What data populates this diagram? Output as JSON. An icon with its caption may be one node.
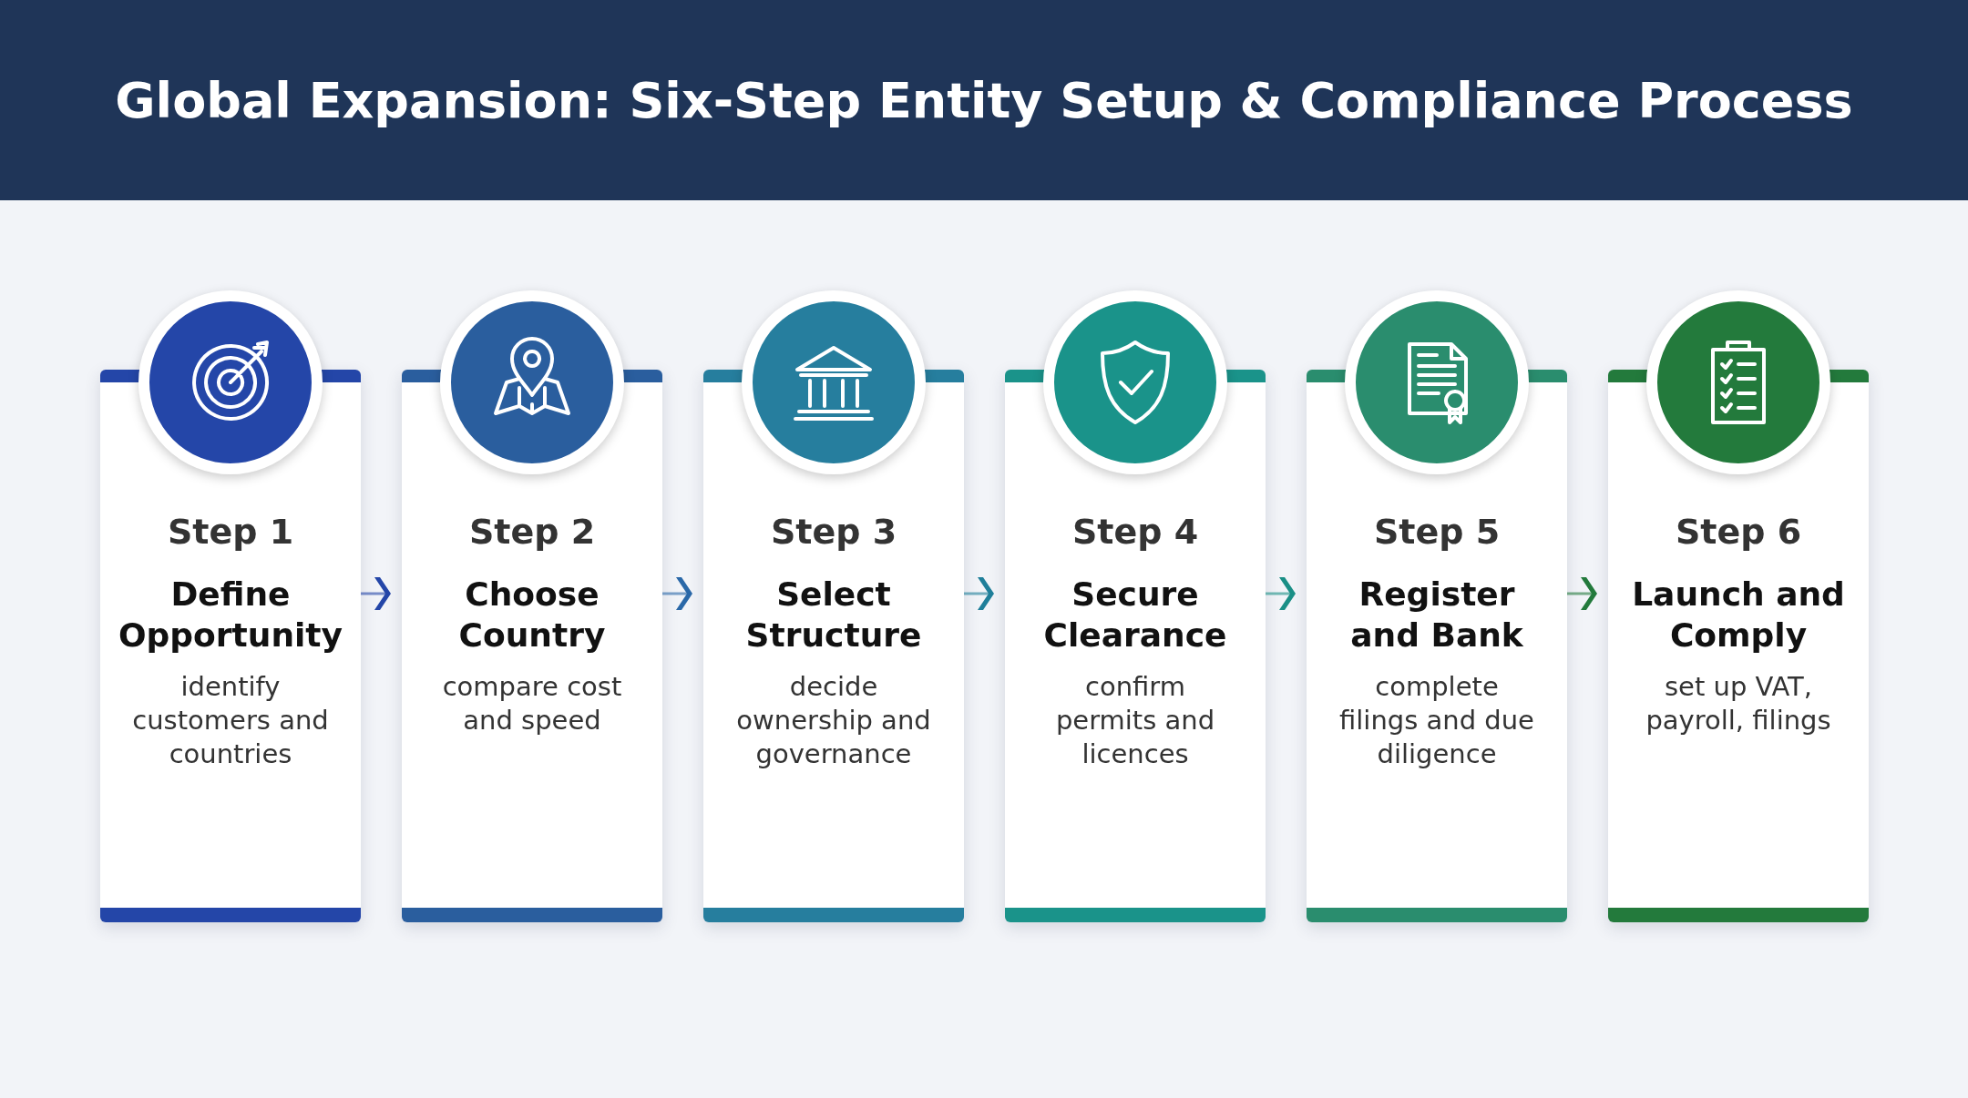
{
  "diagram": {
    "title": "Global Expansion: Six-Step Entity Setup & Compliance Process",
    "nodes": [
      {
        "text": [
          "Step 1",
          "Define Opportunity",
          "identify customers and countries"
        ]
      },
      {
        "text": [
          "Step 2",
          "Choose Country",
          "compare cost and speed"
        ]
      },
      {
        "text": [
          "Step 3",
          "Select Structure",
          "decide ownership and governance"
        ]
      },
      {
        "text": [
          "Step 4",
          "Secure Clearance",
          "confirm permits and licences"
        ]
      },
      {
        "text": [
          "Step 5",
          "Register and Bank",
          "complete filings and due diligence"
        ]
      },
      {
        "text": [
          "Step 6",
          "Launch and Comply",
          "set up VAT, payroll, filings"
        ]
      }
    ],
    "edges": [
      {
        "from": 0,
        "to": 1,
        "arrow": "to",
        "color": "#2446a8"
      },
      {
        "from": 1,
        "to": 2,
        "arrow": "to",
        "color": "#2a68a8"
      },
      {
        "from": 2,
        "to": 3,
        "arrow": "to",
        "color": "#1f7f9a"
      },
      {
        "from": 3,
        "to": 4,
        "arrow": "to",
        "color": "#1a8f86"
      },
      {
        "from": 4,
        "to": 5,
        "arrow": "to",
        "color": "#237a3c"
      }
    ]
  }
}
